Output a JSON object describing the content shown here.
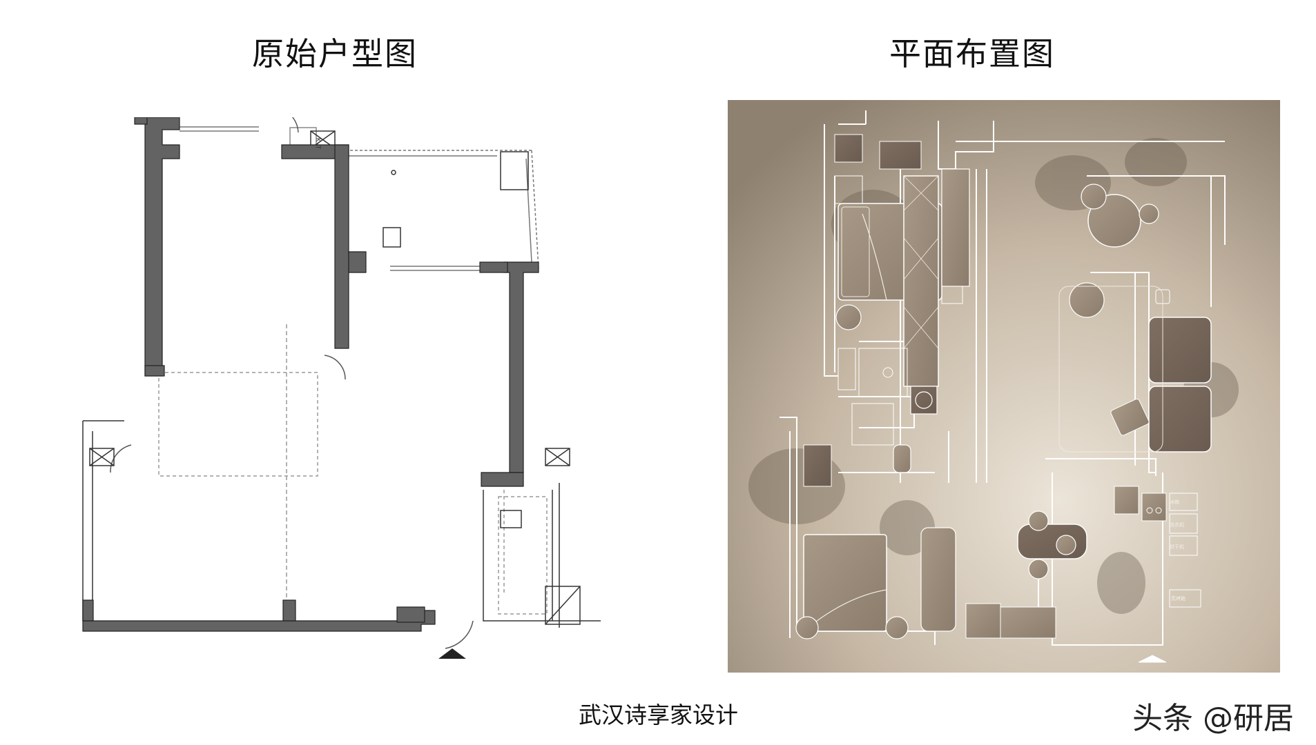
{
  "titles": {
    "left": "原始户型图",
    "right": "平面布置图"
  },
  "caption": "武汉诗享家设计",
  "watermark": "头条 @研居",
  "plan_right_labels": {
    "fridge": "冰箱",
    "washer": "洗衣机",
    "dryer": "烘干机",
    "oven": "蒸烤箱"
  },
  "colors": {
    "wall_fill": "#636363",
    "plan_background": "#c7b9a8",
    "plan_lines": "#ffffff",
    "furniture": "#9e8f80"
  }
}
